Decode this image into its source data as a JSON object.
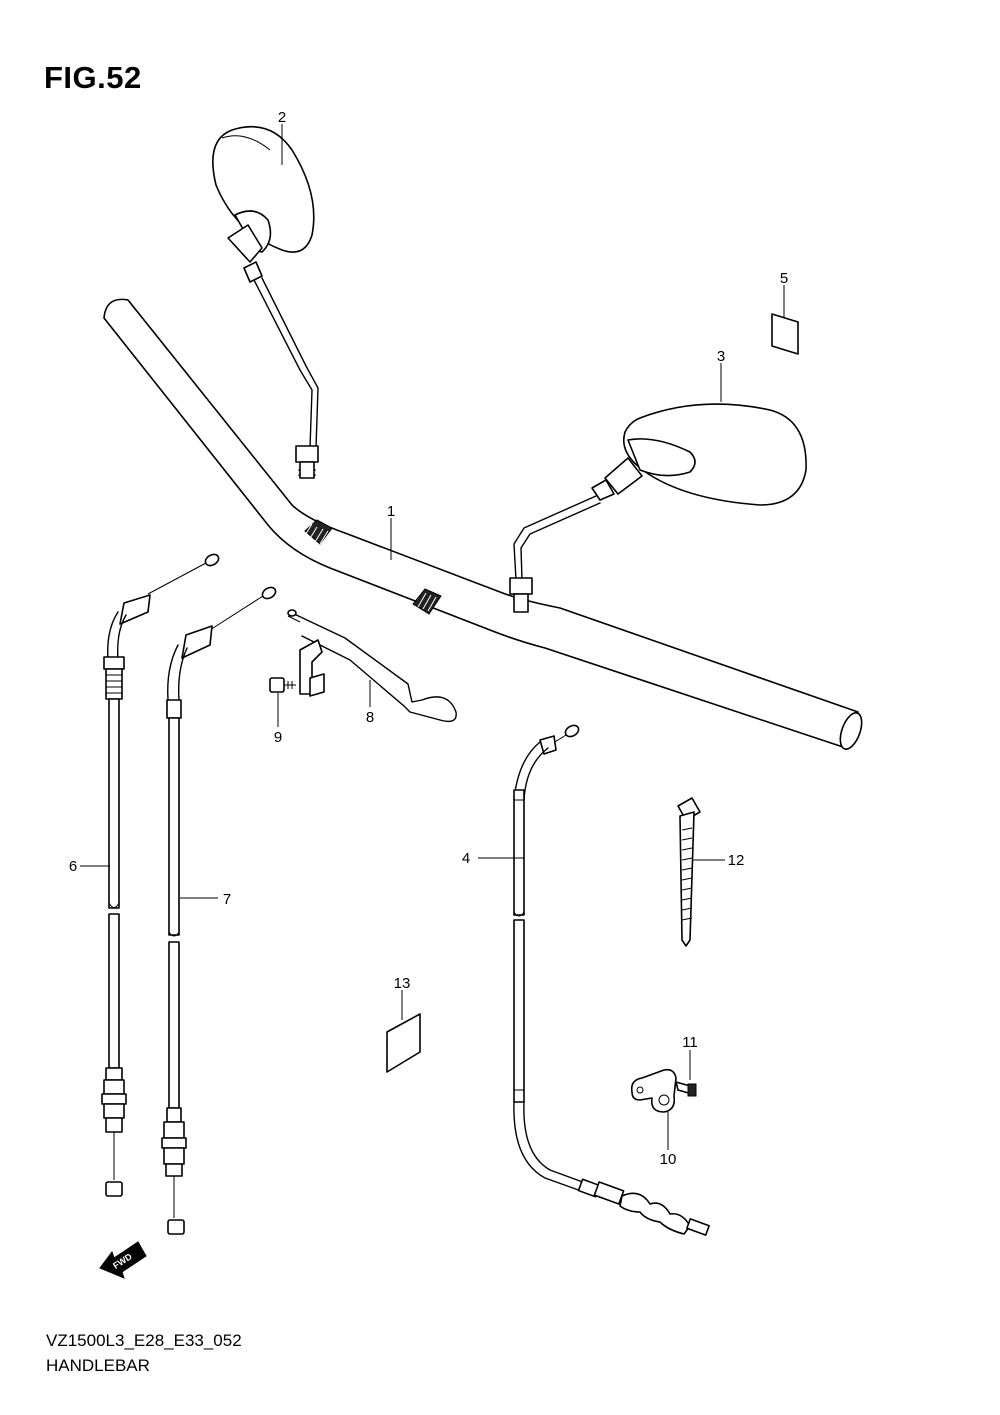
{
  "figure": {
    "title": "FIG.52",
    "code": "VZ1500L3_E28_E33_052",
    "name": "HANDLEBAR"
  },
  "callouts": [
    {
      "id": "1",
      "label": "1"
    },
    {
      "id": "2",
      "label": "2"
    },
    {
      "id": "3",
      "label": "3"
    },
    {
      "id": "4",
      "label": "4"
    },
    {
      "id": "5",
      "label": "5"
    },
    {
      "id": "6",
      "label": "6"
    },
    {
      "id": "7",
      "label": "7"
    },
    {
      "id": "8",
      "label": "8"
    },
    {
      "id": "9",
      "label": "9"
    },
    {
      "id": "10",
      "label": "10"
    },
    {
      "id": "11",
      "label": "11"
    },
    {
      "id": "12",
      "label": "12"
    },
    {
      "id": "13",
      "label": "13"
    }
  ],
  "fwd_arrow": {
    "label": "FWD"
  }
}
